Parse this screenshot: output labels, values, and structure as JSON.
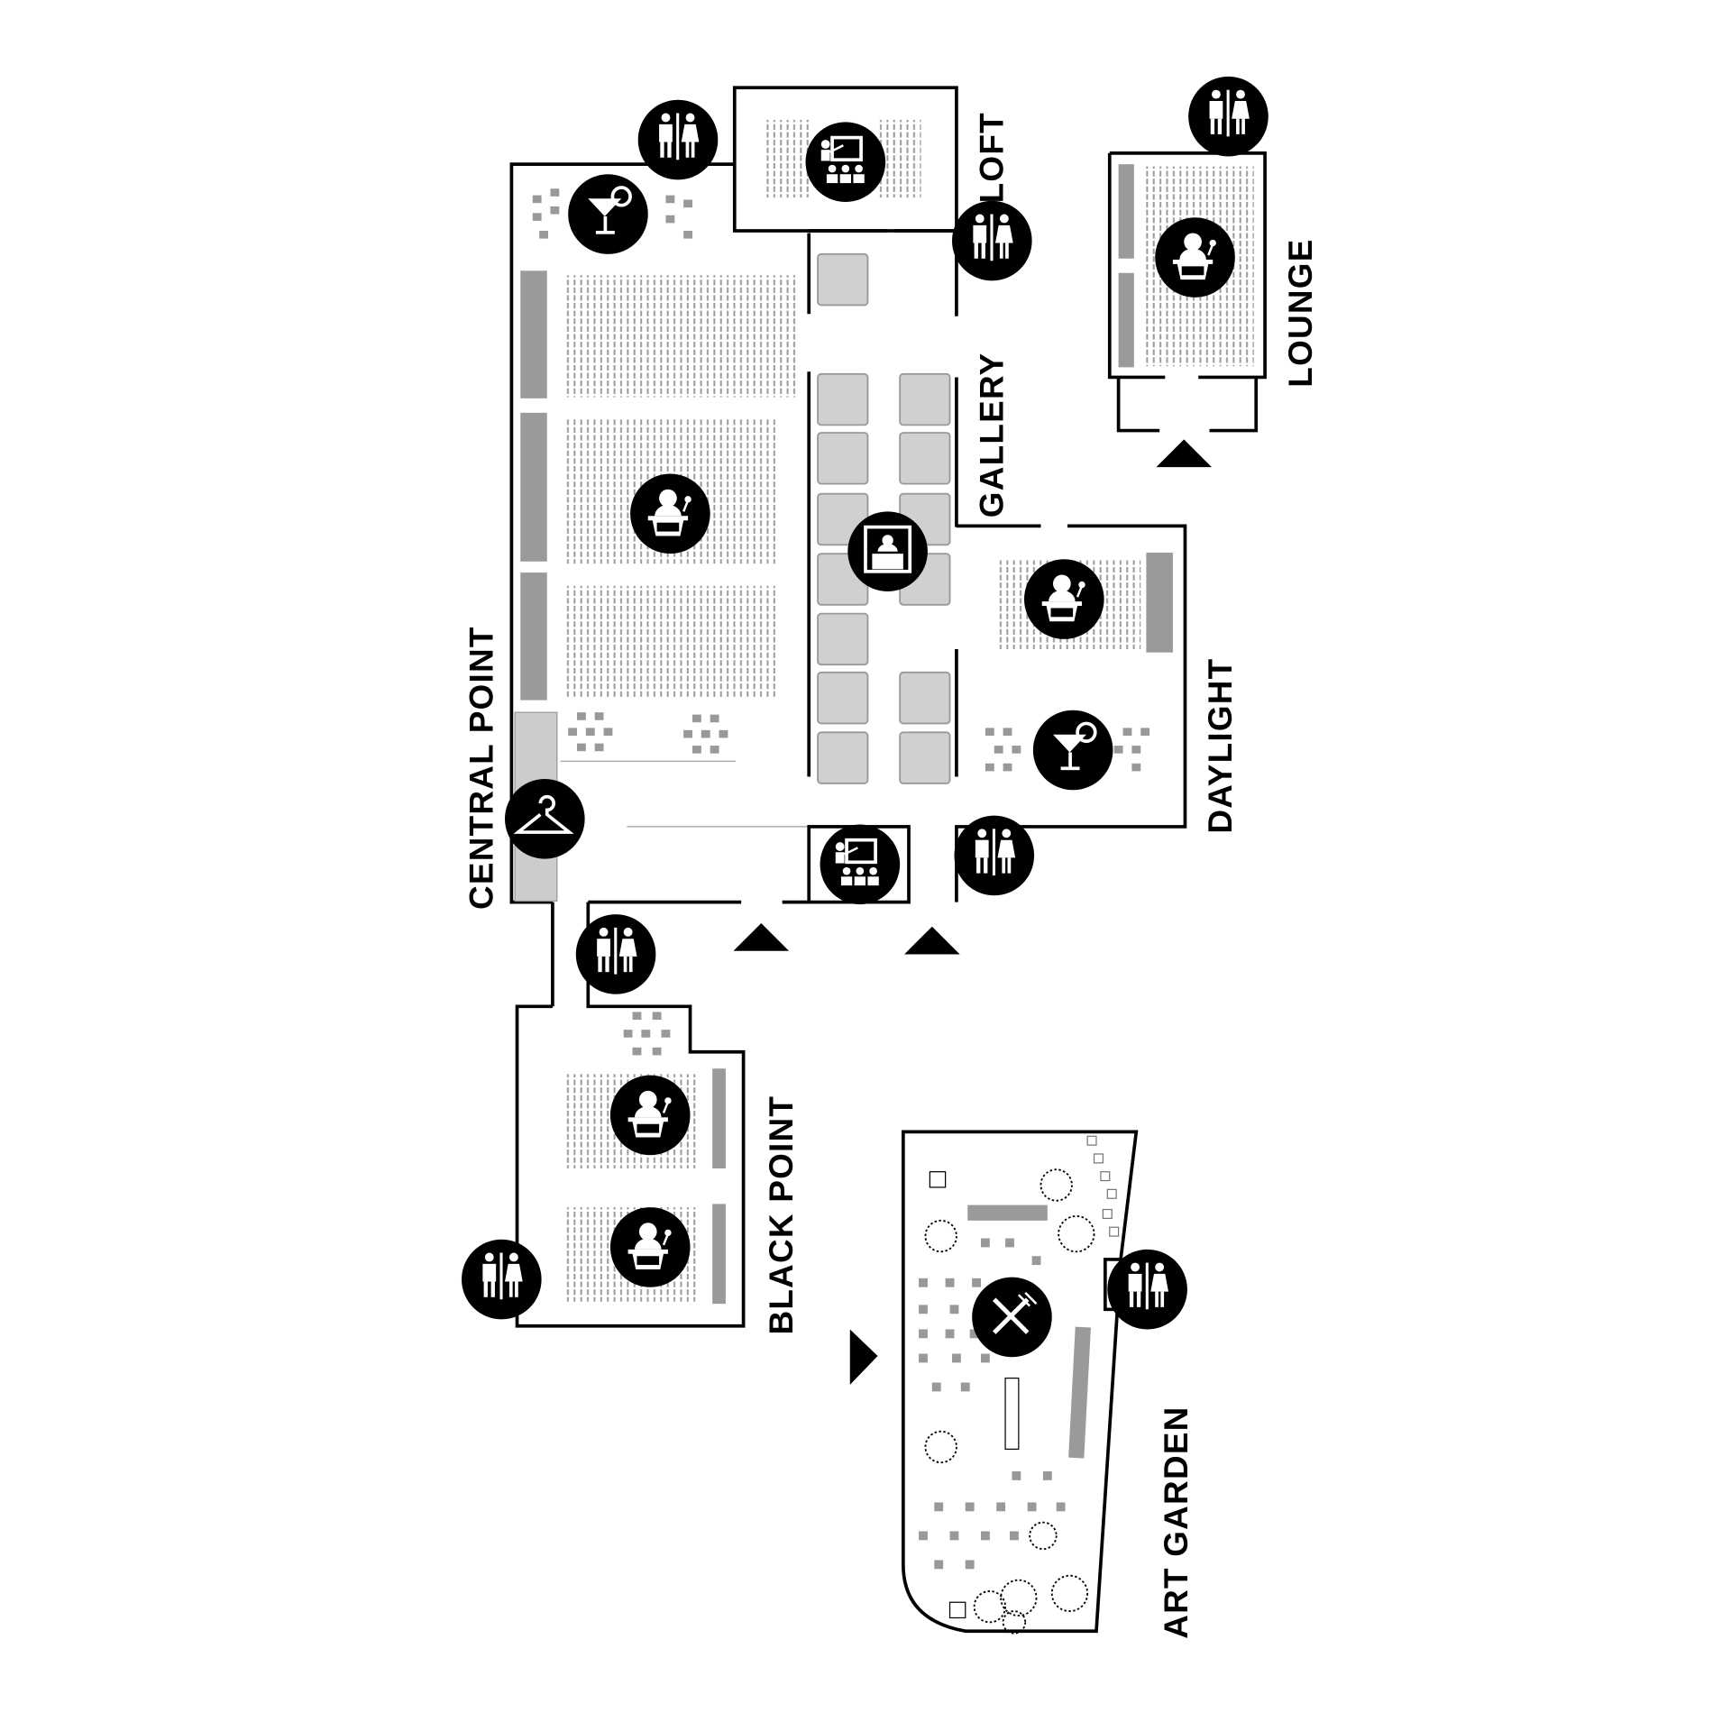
{
  "rooms": {
    "central_point": "CENTRAL POINT",
    "loft": "LOFT",
    "gallery": "GALLERY",
    "lounge": "LOUNGE",
    "daylight": "DAYLIGHT",
    "black_point": "BLACK POINT",
    "art_garden": "ART GARDEN"
  },
  "icons": [
    "restroom-icon",
    "cocktail-bar-icon",
    "presentation-icon",
    "speaker-podium-icon",
    "info-kiosk-icon",
    "coat-check-icon",
    "restaurant-icon",
    "entrance-arrow-icon"
  ],
  "colors": {
    "ink": "#000000",
    "furniture": "#9a9a9a",
    "gallery_panel": "#d0d0d0"
  }
}
